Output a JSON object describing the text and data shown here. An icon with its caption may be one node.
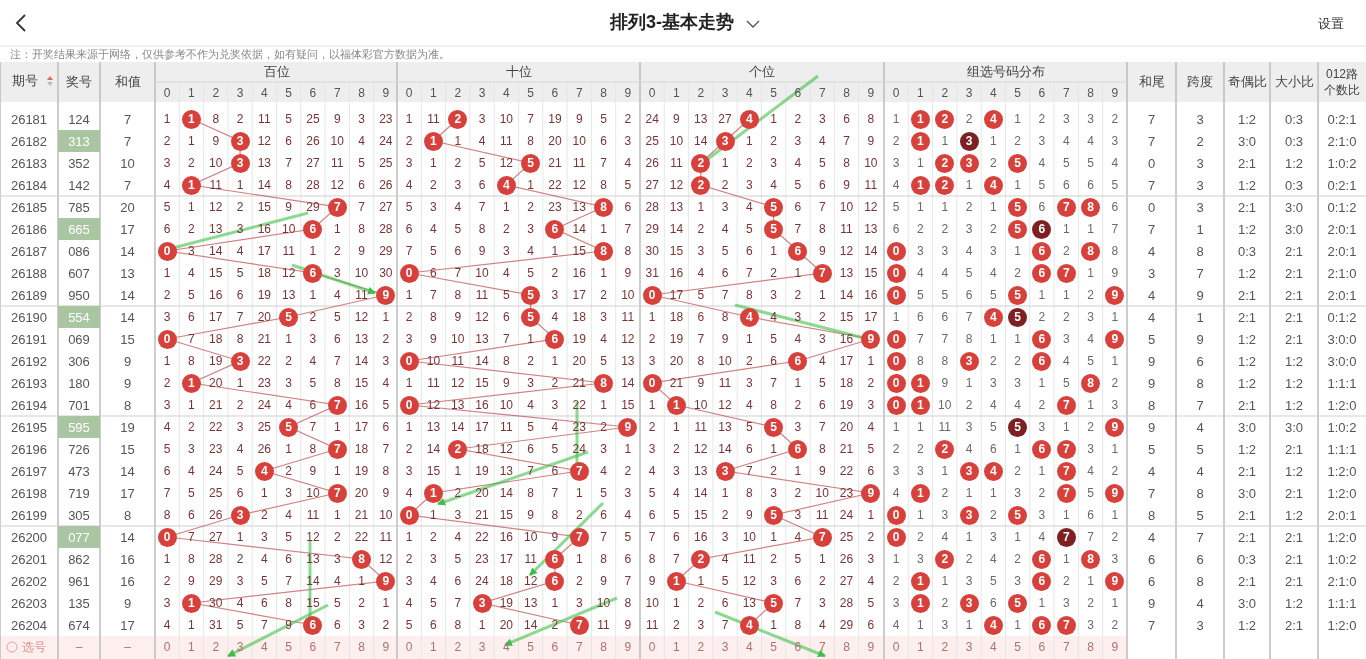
{
  "diagram": {
    "title": "排列3-基本走势",
    "labels": [
      "设置",
      "注：开奖结果来源于网络，仅供参考不作为兑奖依据，如有疑问，以福体彩官方数据为准。",
      "期号",
      "奖号",
      "和值",
      "百位",
      "十位",
      "个位",
      "组选号码分布",
      "和尾",
      "跨度",
      "奇偶比",
      "大小比",
      "012路个数比",
      "0",
      "1",
      "2",
      "3",
      "4",
      "5",
      "6",
      "7",
      "8",
      "9",
      "0",
      "1",
      "2",
      "3",
      "4",
      "5",
      "6",
      "7",
      "8",
      "9",
      "0",
      "1",
      "2",
      "3",
      "4",
      "5",
      "6",
      "7",
      "8",
      "9",
      "0",
      "1",
      "2",
      "3",
      "4",
      "5",
      "6",
      "7",
      "8",
      "9",
      "26181",
      "124",
      "7",
      "1",
      "1",
      "8",
      "2",
      "11",
      "5",
      "25",
      "9",
      "3",
      "23",
      "1",
      "11",
      "2",
      "3",
      "10",
      "7",
      "19",
      "9",
      "5",
      "2",
      "24",
      "9",
      "13",
      "27",
      "4",
      "1",
      "2",
      "3",
      "6",
      "8",
      "1",
      "1",
      "2",
      "2",
      "4",
      "1",
      "2",
      "3",
      "3",
      "2",
      "7",
      "3",
      "1:2",
      "0:3",
      "0:2:1",
      "26182",
      "313",
      "7",
      "2",
      "1",
      "9",
      "3",
      "12",
      "6",
      "26",
      "10",
      "4",
      "24",
      "2",
      "1",
      "1",
      "4",
      "11",
      "8",
      "20",
      "10",
      "6",
      "3",
      "25",
      "10",
      "14",
      "3",
      "1",
      "2",
      "3",
      "4",
      "7",
      "9",
      "2",
      "1",
      "1",
      "3",
      "1",
      "2",
      "3",
      "4",
      "4",
      "3",
      "7",
      "2",
      "3:0",
      "0:3",
      "2:1:0",
      "26183",
      "352",
      "10",
      "3",
      "2",
      "10",
      "3",
      "13",
      "7",
      "27",
      "11",
      "5",
      "25",
      "3",
      "1",
      "2",
      "5",
      "12",
      "5",
      "21",
      "11",
      "7",
      "4",
      "26",
      "11",
      "2",
      "1",
      "2",
      "3",
      "4",
      "5",
      "8",
      "10",
      "3",
      "1",
      "2",
      "3",
      "2",
      "5",
      "4",
      "5",
      "5",
      "4",
      "0",
      "3",
      "2:1",
      "1:2",
      "1:0:2",
      "26184",
      "142",
      "7",
      "4",
      "1",
      "11",
      "1",
      "14",
      "8",
      "28",
      "12",
      "6",
      "26",
      "4",
      "2",
      "3",
      "6",
      "4",
      "1",
      "22",
      "12",
      "8",
      "5",
      "27",
      "12",
      "2",
      "2",
      "3",
      "4",
      "5",
      "6",
      "9",
      "11",
      "4",
      "1",
      "2",
      "1",
      "4",
      "1",
      "5",
      "6",
      "6",
      "5",
      "7",
      "3",
      "1:2",
      "0:3",
      "0:2:1",
      "26185",
      "785",
      "20",
      "5",
      "1",
      "12",
      "2",
      "15",
      "9",
      "29",
      "7",
      "7",
      "27",
      "5",
      "3",
      "4",
      "7",
      "1",
      "2",
      "23",
      "13",
      "8",
      "6",
      "28",
      "13",
      "1",
      "3",
      "4",
      "5",
      "6",
      "7",
      "10",
      "12",
      "5",
      "1",
      "1",
      "2",
      "1",
      "5",
      "6",
      "7",
      "8",
      "6",
      "0",
      "3",
      "2:1",
      "3:0",
      "0:1:2",
      "26186",
      "665",
      "17",
      "6",
      "2",
      "13",
      "3",
      "16",
      "10",
      "6",
      "1",
      "8",
      "28",
      "6",
      "4",
      "5",
      "8",
      "2",
      "3",
      "6",
      "14",
      "1",
      "7",
      "29",
      "14",
      "2",
      "4",
      "5",
      "5",
      "7",
      "8",
      "11",
      "13",
      "6",
      "2",
      "2",
      "3",
      "2",
      "5",
      "6",
      "1",
      "1",
      "7",
      "7",
      "1",
      "1:2",
      "3:0",
      "2:0:1",
      "26187",
      "086",
      "14",
      "0",
      "3",
      "14",
      "4",
      "17",
      "11",
      "1",
      "2",
      "9",
      "29",
      "7",
      "5",
      "6",
      "9",
      "3",
      "4",
      "1",
      "15",
      "8",
      "8",
      "30",
      "15",
      "3",
      "5",
      "6",
      "1",
      "6",
      "9",
      "12",
      "14",
      "0",
      "3",
      "3",
      "4",
      "3",
      "1",
      "6",
      "2",
      "8",
      "8",
      "4",
      "8",
      "0:3",
      "2:1",
      "2:0:1",
      "26188",
      "607",
      "13",
      "1",
      "4",
      "15",
      "5",
      "18",
      "12",
      "6",
      "3",
      "10",
      "30",
      "0",
      "6",
      "7",
      "10",
      "4",
      "5",
      "2",
      "16",
      "1",
      "9",
      "31",
      "16",
      "4",
      "6",
      "7",
      "2",
      "1",
      "7",
      "13",
      "15",
      "0",
      "4",
      "4",
      "5",
      "4",
      "2",
      "6",
      "7",
      "1",
      "9",
      "3",
      "7",
      "1:2",
      "2:1",
      "2:1:0",
      "26189",
      "950",
      "14",
      "2",
      "5",
      "16",
      "6",
      "19",
      "13",
      "1",
      "4",
      "11",
      "9",
      "1",
      "7",
      "8",
      "11",
      "5",
      "5",
      "3",
      "17",
      "2",
      "10",
      "0",
      "17",
      "5",
      "7",
      "8",
      "3",
      "2",
      "1",
      "14",
      "16",
      "0",
      "5",
      "5",
      "6",
      "5",
      "5",
      "1",
      "1",
      "2",
      "9",
      "4",
      "9",
      "2:1",
      "2:1",
      "2:0:1",
      "26190",
      "554",
      "14",
      "3",
      "6",
      "17",
      "7",
      "20",
      "5",
      "2",
      "5",
      "12",
      "1",
      "2",
      "8",
      "9",
      "12",
      "6",
      "5",
      "4",
      "18",
      "3",
      "11",
      "1",
      "18",
      "6",
      "8",
      "4",
      "4",
      "3",
      "2",
      "15",
      "17",
      "1",
      "6",
      "6",
      "7",
      "4",
      "5",
      "2",
      "2",
      "3",
      "1",
      "4",
      "1",
      "2:1",
      "2:1",
      "0:1:2",
      "26191",
      "069",
      "15",
      "0",
      "7",
      "18",
      "8",
      "21",
      "1",
      "3",
      "6",
      "13",
      "2",
      "3",
      "9",
      "10",
      "13",
      "7",
      "1",
      "6",
      "19",
      "4",
      "12",
      "2",
      "19",
      "7",
      "9",
      "1",
      "5",
      "4",
      "3",
      "16",
      "9",
      "0",
      "7",
      "7",
      "8",
      "1",
      "1",
      "6",
      "3",
      "4",
      "9",
      "5",
      "9",
      "1:2",
      "2:1",
      "3:0:0",
      "26192",
      "306",
      "9",
      "1",
      "8",
      "19",
      "3",
      "22",
      "2",
      "4",
      "7",
      "14",
      "3",
      "0",
      "10",
      "11",
      "14",
      "8",
      "2",
      "1",
      "20",
      "5",
      "13",
      "3",
      "20",
      "8",
      "10",
      "2",
      "6",
      "6",
      "4",
      "17",
      "1",
      "0",
      "8",
      "8",
      "3",
      "2",
      "2",
      "6",
      "4",
      "5",
      "1",
      "9",
      "6",
      "1:2",
      "1:2",
      "3:0:0",
      "26193",
      "180",
      "9",
      "2",
      "1",
      "20",
      "1",
      "23",
      "3",
      "5",
      "8",
      "15",
      "4",
      "1",
      "11",
      "12",
      "15",
      "9",
      "3",
      "2",
      "21",
      "8",
      "14",
      "0",
      "21",
      "9",
      "11",
      "3",
      "7",
      "1",
      "5",
      "18",
      "2",
      "0",
      "1",
      "9",
      "1",
      "3",
      "3",
      "1",
      "5",
      "8",
      "2",
      "9",
      "8",
      "1:2",
      "1:2",
      "1:1:1",
      "26194",
      "701",
      "8",
      "3",
      "1",
      "21",
      "2",
      "24",
      "4",
      "6",
      "7",
      "16",
      "5",
      "0",
      "12",
      "13",
      "16",
      "10",
      "4",
      "3",
      "22",
      "1",
      "15",
      "1",
      "1",
      "10",
      "12",
      "4",
      "8",
      "2",
      "6",
      "19",
      "3",
      "0",
      "1",
      "10",
      "2",
      "4",
      "4",
      "2",
      "7",
      "1",
      "3",
      "8",
      "7",
      "2:1",
      "1:2",
      "1:2:0",
      "26195",
      "595",
      "19",
      "4",
      "2",
      "22",
      "3",
      "25",
      "5",
      "7",
      "1",
      "17",
      "6",
      "1",
      "13",
      "14",
      "17",
      "11",
      "5",
      "4",
      "23",
      "2",
      "9",
      "2",
      "1",
      "11",
      "13",
      "5",
      "5",
      "3",
      "7",
      "20",
      "4",
      "1",
      "1",
      "11",
      "3",
      "5",
      "5",
      "3",
      "1",
      "2",
      "9",
      "9",
      "4",
      "3:0",
      "3:0",
      "1:0:2",
      "26196",
      "726",
      "15",
      "5",
      "3",
      "23",
      "4",
      "26",
      "1",
      "8",
      "7",
      "18",
      "7",
      "2",
      "14",
      "2",
      "18",
      "12",
      "6",
      "5",
      "24",
      "3",
      "1",
      "3",
      "2",
      "12",
      "14",
      "6",
      "1",
      "6",
      "8",
      "21",
      "5",
      "2",
      "2",
      "2",
      "4",
      "6",
      "1",
      "6",
      "7",
      "3",
      "1",
      "5",
      "5",
      "1:2",
      "2:1",
      "1:1:1",
      "26197",
      "473",
      "14",
      "6",
      "4",
      "24",
      "5",
      "4",
      "2",
      "9",
      "1",
      "19",
      "8",
      "3",
      "15",
      "1",
      "19",
      "13",
      "7",
      "6",
      "7",
      "4",
      "2",
      "4",
      "3",
      "13",
      "3",
      "7",
      "2",
      "1",
      "9",
      "22",
      "6",
      "3",
      "3",
      "1",
      "3",
      "4",
      "2",
      "1",
      "7",
      "4",
      "2",
      "4",
      "4",
      "2:1",
      "1:2",
      "1:2:0",
      "26198",
      "719",
      "17",
      "7",
      "5",
      "25",
      "6",
      "1",
      "3",
      "10",
      "7",
      "20",
      "9",
      "4",
      "1",
      "2",
      "20",
      "14",
      "8",
      "7",
      "1",
      "5",
      "3",
      "5",
      "4",
      "14",
      "1",
      "8",
      "3",
      "2",
      "10",
      "23",
      "9",
      "4",
      "1",
      "2",
      "1",
      "1",
      "3",
      "2",
      "7",
      "5",
      "9",
      "7",
      "8",
      "3:0",
      "2:1",
      "1:2:0",
      "26199",
      "305",
      "8",
      "8",
      "6",
      "26",
      "3",
      "2",
      "4",
      "11",
      "1",
      "21",
      "10",
      "0",
      "1",
      "3",
      "21",
      "15",
      "9",
      "8",
      "2",
      "6",
      "4",
      "6",
      "5",
      "15",
      "2",
      "9",
      "5",
      "3",
      "11",
      "24",
      "1",
      "0",
      "1",
      "3",
      "3",
      "2",
      "5",
      "3",
      "1",
      "6",
      "1",
      "8",
      "5",
      "2:1",
      "1:2",
      "2:0:1",
      "26200",
      "077",
      "14",
      "0",
      "7",
      "27",
      "1",
      "3",
      "5",
      "12",
      "2",
      "22",
      "11",
      "1",
      "2",
      "4",
      "22",
      "16",
      "10",
      "9",
      "7",
      "7",
      "5",
      "7",
      "6",
      "16",
      "3",
      "10",
      "1",
      "4",
      "7",
      "25",
      "2",
      "0",
      "2",
      "4",
      "1",
      "3",
      "1",
      "4",
      "7",
      "7",
      "2",
      "4",
      "7",
      "2:1",
      "2:1",
      "1:2:0",
      "26201",
      "862",
      "16",
      "1",
      "8",
      "28",
      "2",
      "4",
      "6",
      "13",
      "3",
      "8",
      "12",
      "2",
      "3",
      "5",
      "23",
      "17",
      "11",
      "6",
      "1",
      "8",
      "6",
      "8",
      "7",
      "2",
      "4",
      "11",
      "2",
      "5",
      "1",
      "26",
      "3",
      "1",
      "3",
      "2",
      "2",
      "4",
      "2",
      "6",
      "1",
      "8",
      "3",
      "6",
      "6",
      "0:3",
      "2:1",
      "1:0:2",
      "26202",
      "961",
      "16",
      "2",
      "9",
      "29",
      "3",
      "5",
      "7",
      "14",
      "4",
      "1",
      "9",
      "3",
      "4",
      "6",
      "24",
      "18",
      "12",
      "6",
      "2",
      "9",
      "7",
      "9",
      "1",
      "1",
      "5",
      "12",
      "3",
      "6",
      "2",
      "27",
      "4",
      "2",
      "1",
      "1",
      "3",
      "5",
      "3",
      "6",
      "2",
      "1",
      "9",
      "6",
      "8",
      "2:1",
      "2:1",
      "2:1:0",
      "26203",
      "135",
      "9",
      "3",
      "1",
      "30",
      "4",
      "6",
      "8",
      "15",
      "5",
      "2",
      "1",
      "4",
      "5",
      "7",
      "3",
      "19",
      "13",
      "1",
      "3",
      "10",
      "8",
      "10",
      "1",
      "2",
      "6",
      "13",
      "5",
      "7",
      "3",
      "28",
      "5",
      "3",
      "1",
      "2",
      "3",
      "6",
      "5",
      "1",
      "3",
      "2",
      "1",
      "9",
      "4",
      "3:0",
      "1:2",
      "1:1:1",
      "26204",
      "674",
      "17",
      "4",
      "1",
      "31",
      "5",
      "7",
      "9",
      "6",
      "6",
      "3",
      "2",
      "5",
      "6",
      "8",
      "1",
      "20",
      "14",
      "2",
      "7",
      "11",
      "9",
      "11",
      "2",
      "3",
      "7",
      "4",
      "1",
      "8",
      "4",
      "29",
      "6",
      "4",
      "1",
      "3",
      "1",
      "4",
      "1",
      "6",
      "7",
      "3",
      "2",
      "7",
      "3",
      "1:2",
      "2:1",
      "1:2:0",
      "选号",
      "–",
      "–",
      "0",
      "1",
      "2",
      "3",
      "4",
      "5",
      "6",
      "7",
      "8",
      "9",
      "0",
      "1",
      "2",
      "3",
      "4",
      "5",
      "6",
      "7",
      "8",
      "9",
      "0",
      "1",
      "2",
      "3",
      "4",
      "5",
      "6",
      "7",
      "8",
      "9",
      "0",
      "1",
      "2",
      "3",
      "4",
      "5",
      "6",
      "7",
      "8",
      "9"
    ]
  }
}
